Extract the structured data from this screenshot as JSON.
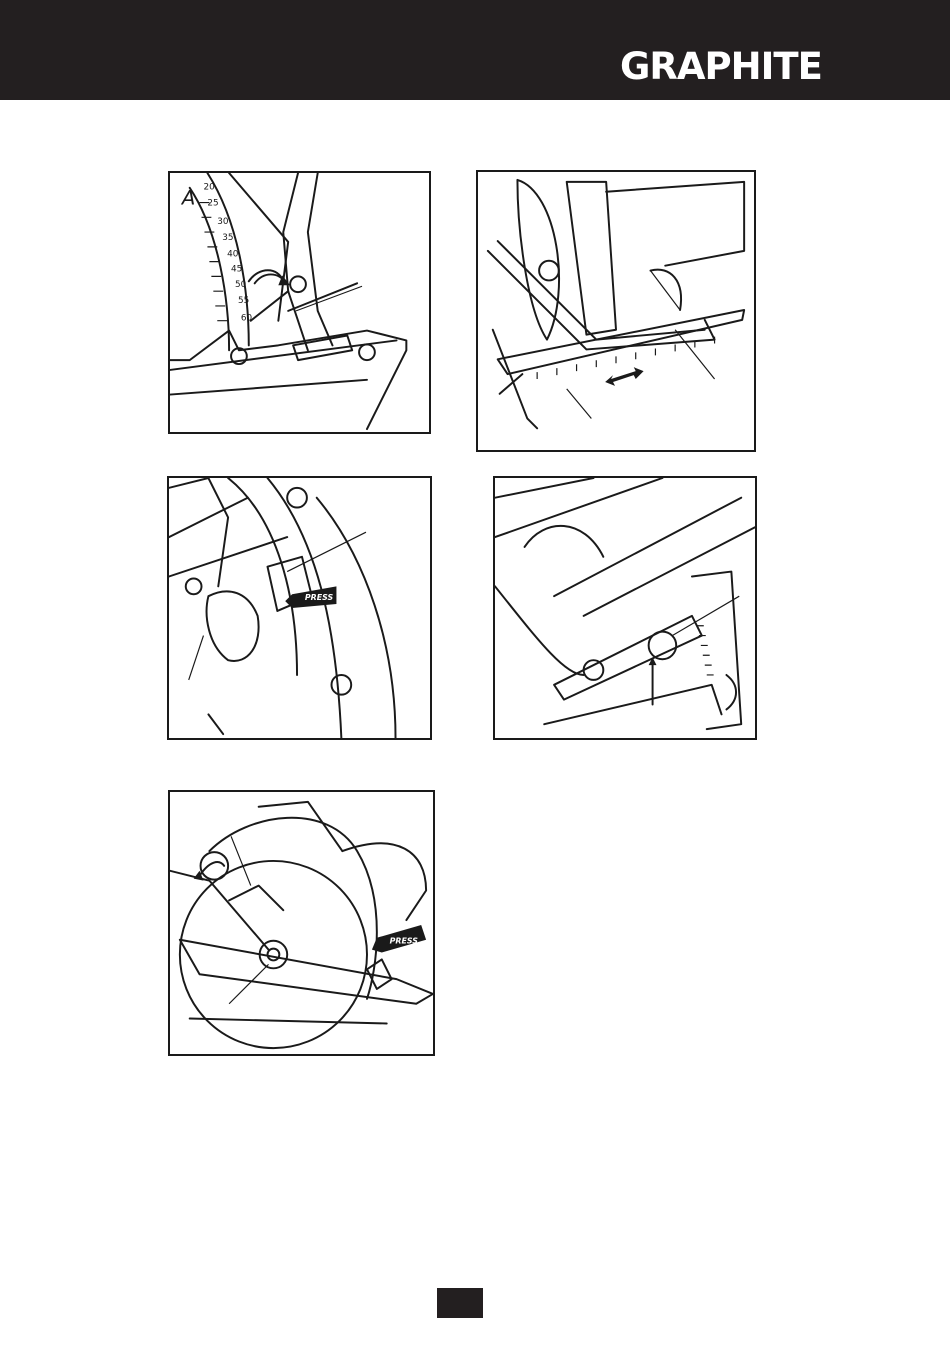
{
  "header": {
    "brand": "GRAPHITE"
  },
  "figures": {
    "fig1": {
      "scale_letter": "A",
      "scale_ticks": [
        "20",
        "25",
        "30",
        "35",
        "40",
        "45",
        "50",
        "55",
        "60"
      ]
    },
    "fig3": {
      "press_label": "PRESS"
    },
    "fig5": {
      "press_label": "PRESS"
    }
  },
  "colors": {
    "header_bg": "#231f20",
    "line": "#1a1a1a",
    "brand_text": "#ffffff"
  }
}
